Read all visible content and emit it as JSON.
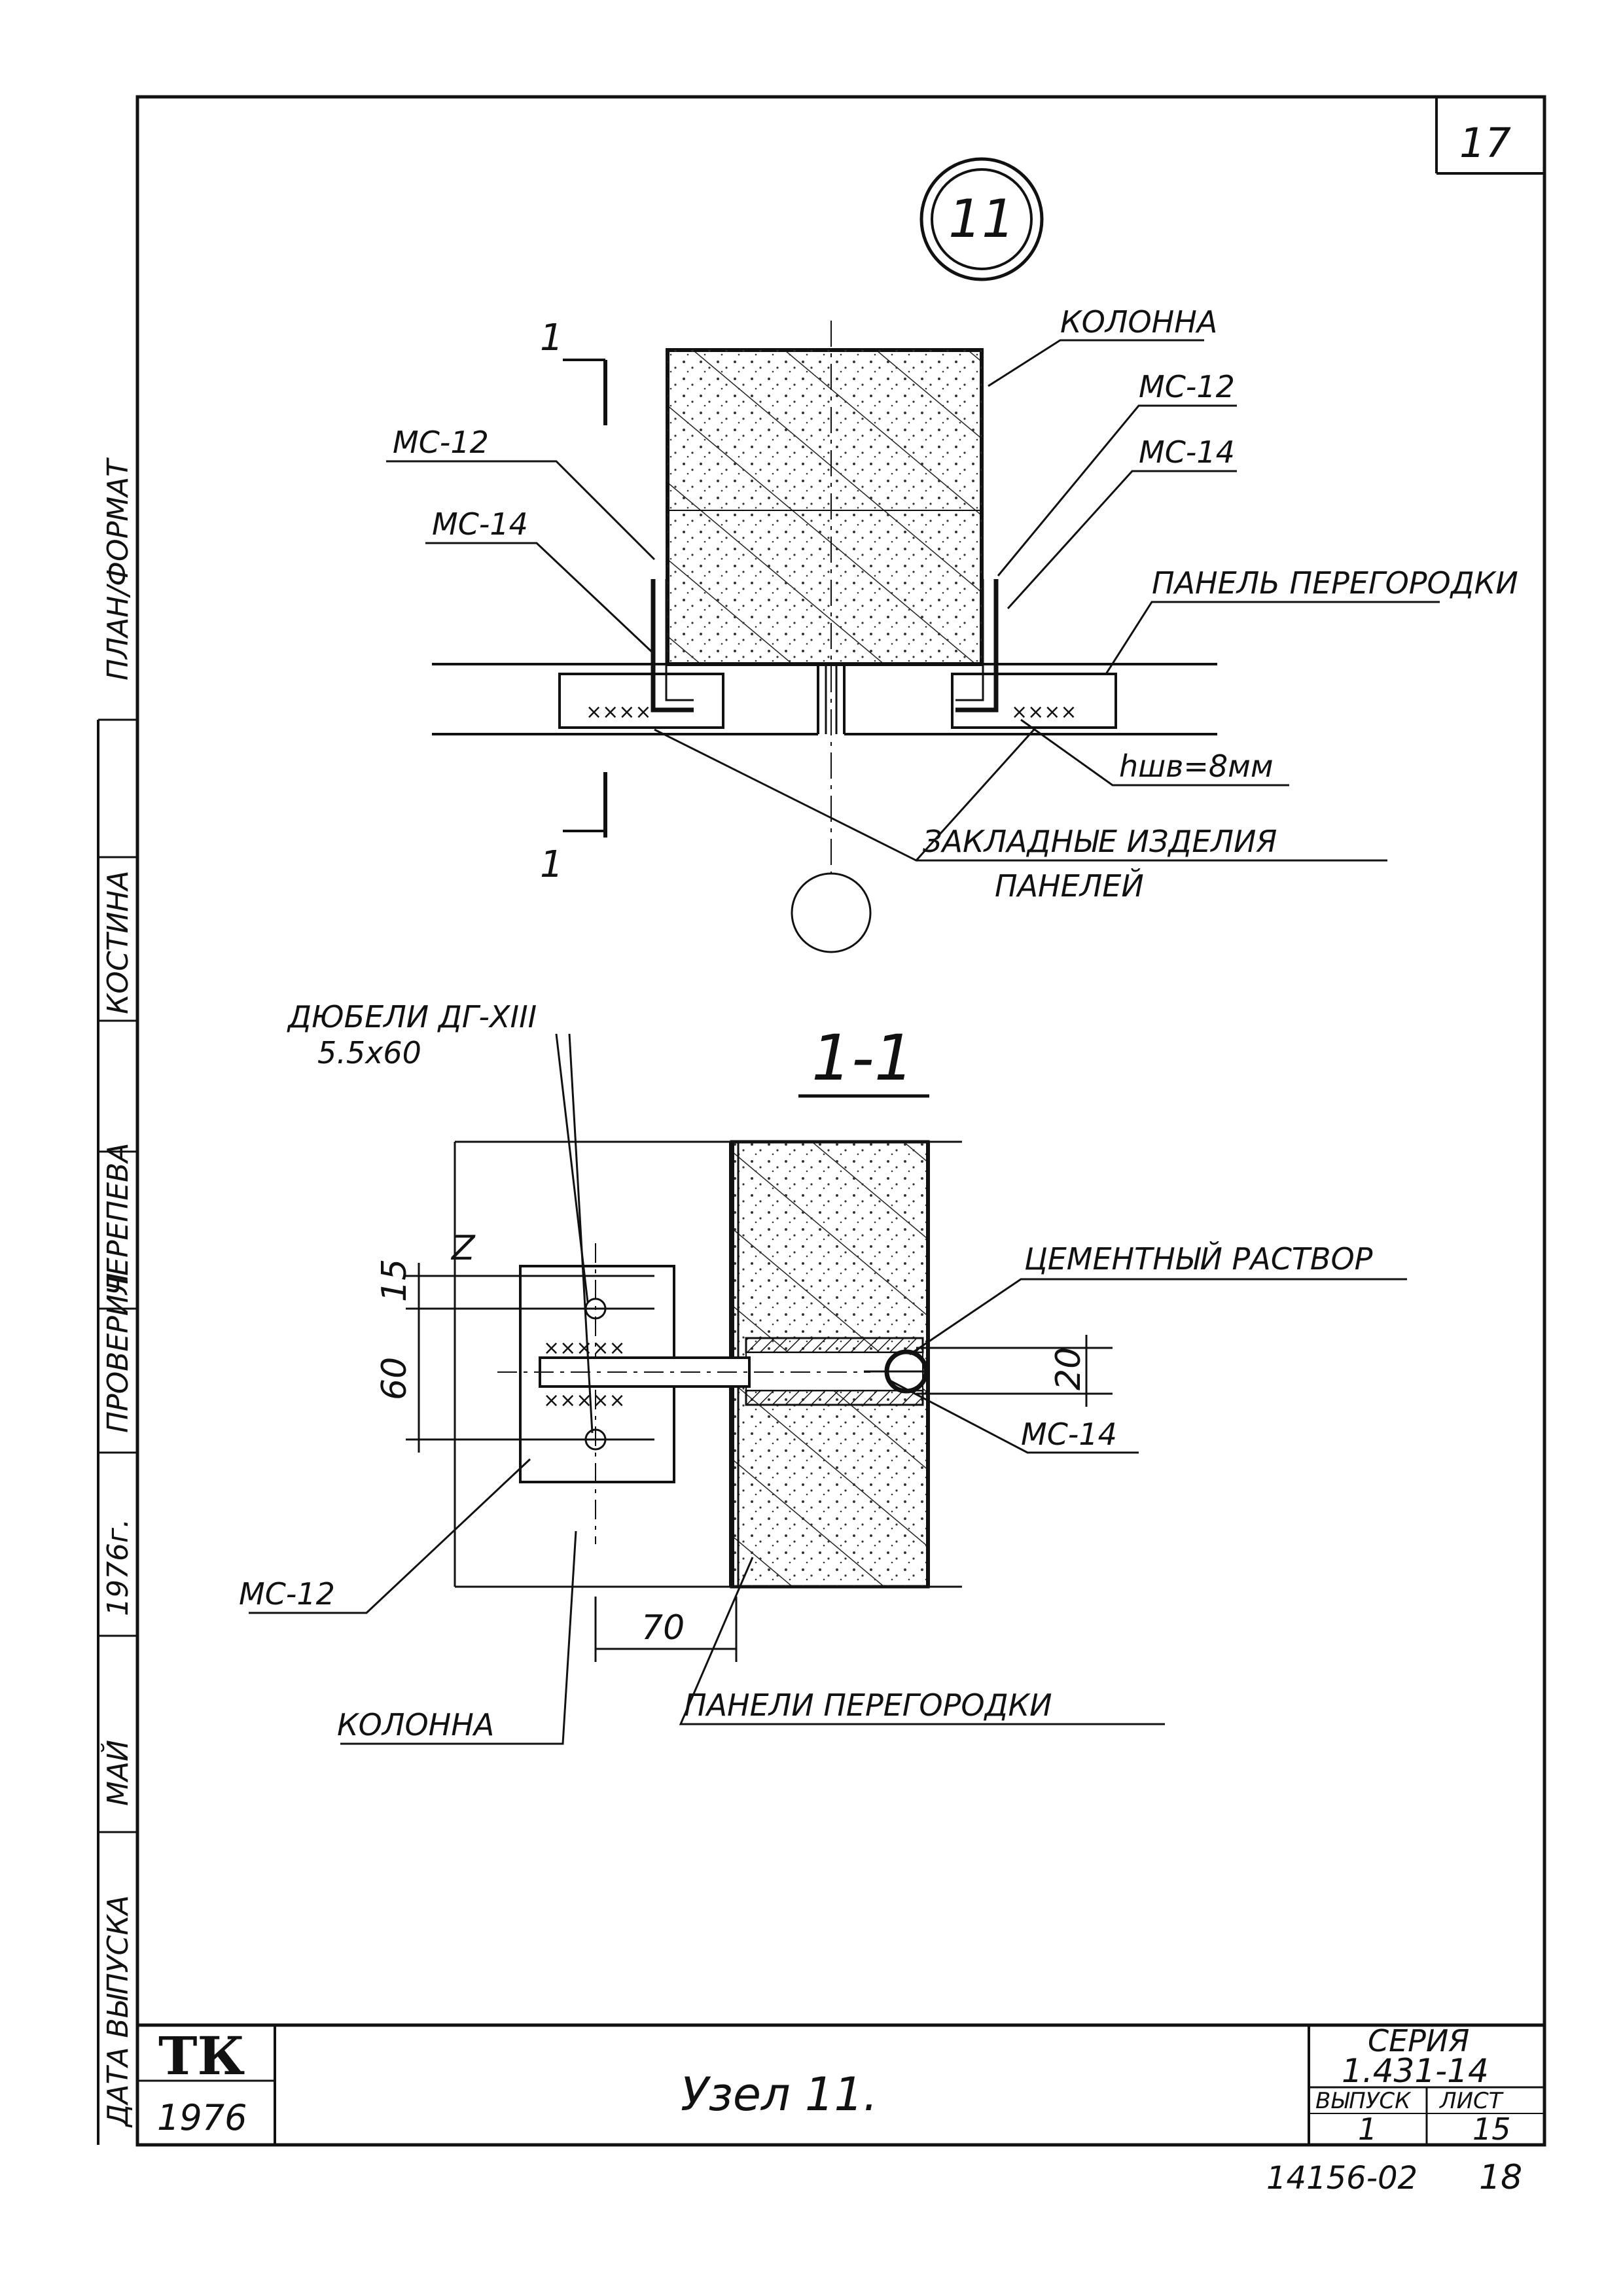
{
  "sheet_number": "17",
  "node_circle_label": "11",
  "plan_view": {
    "column_label": "КОЛОННА",
    "left_plate_label": "МС-12",
    "left_bar_label": "МС-14",
    "right_plate_label": "МС-12",
    "right_bar_label": "МС-14",
    "panel_label": "ПАНЕЛЬ ПЕРЕГОРОДКИ",
    "weld_label": "hшв=8мм",
    "embedded_label_line1": "ЗАКЛАДНЫЕ ИЗДЕЛИЯ",
    "embedded_label_line2": "ПАНЕЛЕЙ",
    "cut_mark_top": "1",
    "cut_mark_bottom": "1"
  },
  "section_view": {
    "title": "1-1",
    "dowels_label_line1": "ДЮБЕЛИ ДГ-XIII",
    "dowels_label_line2": "5.5х60",
    "mortar_label": "ЦЕМЕНТНЫЙ РАСТВОР",
    "bar_label": "МС-14",
    "plate_label": "МС-12",
    "column_label": "КОЛОННА",
    "panels_label": "ПАНЕЛИ ПЕРЕГОРОДКИ",
    "dim_15": "15",
    "dim_60": "60",
    "dim_20": "20",
    "dim_70": "70",
    "dim_z": "Z"
  },
  "side_stamp": {
    "field_1": "ПЛАН/ФОРМАТ",
    "field_2": "КОСТИНА",
    "field_3": "ЧЕРЕПЕВА",
    "field_4": "ПРОВЕРИЛ",
    "field_5": "1976г.",
    "field_6": "МАЙ",
    "field_7": "ДАТА ВЫПУСКА"
  },
  "title_block": {
    "logo": "ТК",
    "year": "1976",
    "title": "Узел 11.",
    "series_label": "СЕРИЯ",
    "series_value": "1.431-14",
    "issue_label": "ВЫПУСК",
    "issue_value": "1",
    "sheet_label": "ЛИСТ",
    "sheet_value": "15"
  },
  "archive_number": "14156-02",
  "archive_page": "18"
}
